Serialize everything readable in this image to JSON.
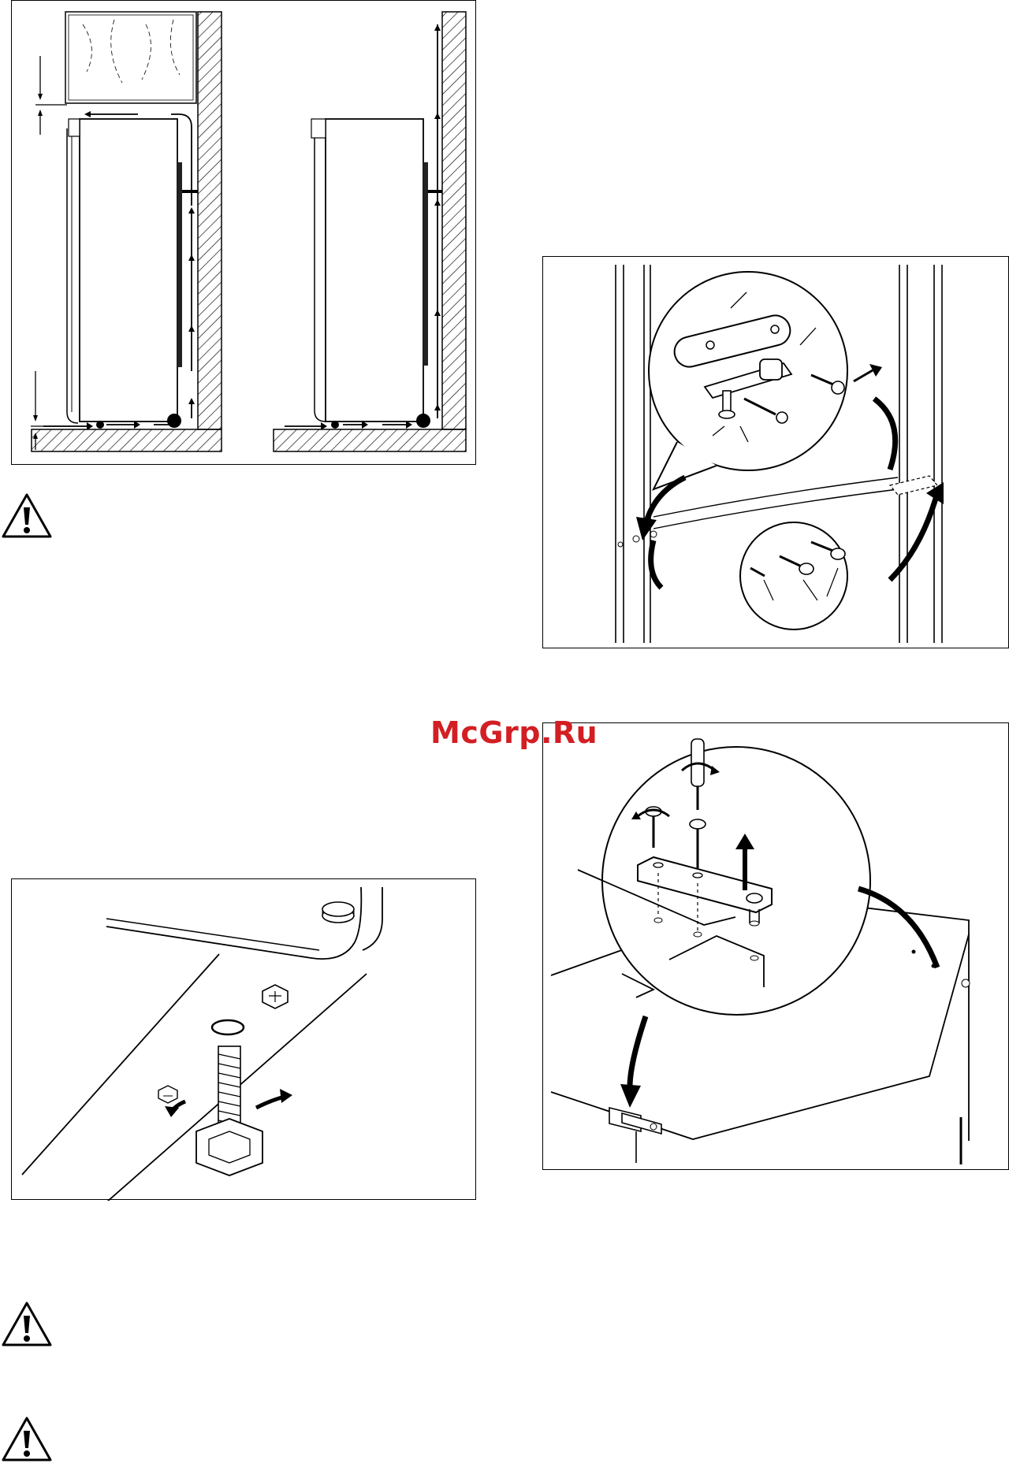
{
  "watermark": {
    "text": "McGrp.Ru",
    "color": "#d21f24"
  },
  "figures": [
    {
      "name": "ventilation-clearance-diagram"
    },
    {
      "name": "door-hinge-removal-diagram"
    },
    {
      "name": "top-hinge-screwdriver-diagram"
    },
    {
      "name": "adjustable-foot-diagram"
    }
  ],
  "warnings": [
    {
      "icon": "warning-triangle-icon"
    },
    {
      "icon": "warning-triangle-icon"
    },
    {
      "icon": "warning-triangle-icon"
    }
  ]
}
